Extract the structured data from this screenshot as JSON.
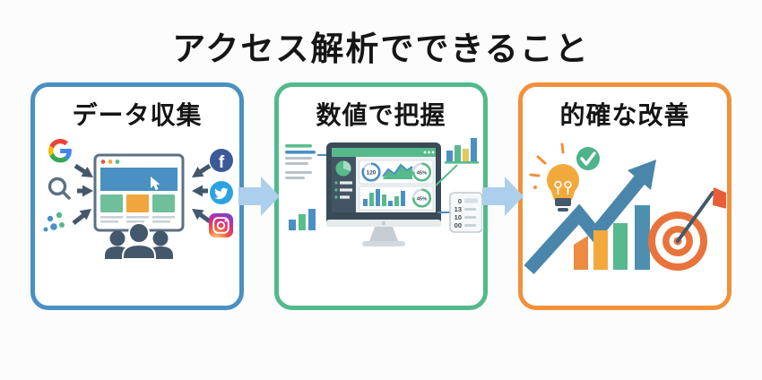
{
  "title": "アクセス解析でできること",
  "colors": {
    "box1_border": "#4A90C2",
    "box2_border": "#52B98B",
    "box3_border": "#F0913B",
    "flow_arrow": "#ABCFEC",
    "dark_slate": "#44586B",
    "blue_accent": "#4A90C2",
    "green_accent": "#57BA8C",
    "orange_accent": "#ED8B42",
    "yellow_accent": "#E3C95C",
    "flag_red": "#E85C3A",
    "facebook_blue": "#3C5A98",
    "twitter_blue": "#2BA3E3"
  },
  "flow_arrows": [
    {
      "name": "flow-arrow-1"
    },
    {
      "name": "flow-arrow-2"
    }
  ],
  "boxes": [
    {
      "label": "データ収集",
      "icons": [
        "google-logo",
        "search-icon",
        "analytics-dots-icon",
        "browser-window",
        "cursor-icon",
        "visitors-group-icon",
        "facebook-icon",
        "twitter-icon",
        "instagram-icon"
      ],
      "social": {
        "facebook_glyph": "f"
      }
    },
    {
      "label": "数値で把握",
      "icons": [
        "monitor-dashboard",
        "pie-chart-icon",
        "report-lines-icon",
        "mini-bar-chart-left",
        "mini-bar-chart-right",
        "numbers-list-card"
      ],
      "dashboard": {
        "gauge1": "120",
        "gauge2": "45%",
        "gauge3": "45%",
        "list": [
          "0",
          "13",
          "10",
          "00"
        ]
      }
    },
    {
      "label": "的確な改善",
      "icons": [
        "lightbulb-icon",
        "check-icon",
        "growth-arrow-icon",
        "bar-chart-icon",
        "target-icon",
        "flag-icon"
      ]
    }
  ]
}
